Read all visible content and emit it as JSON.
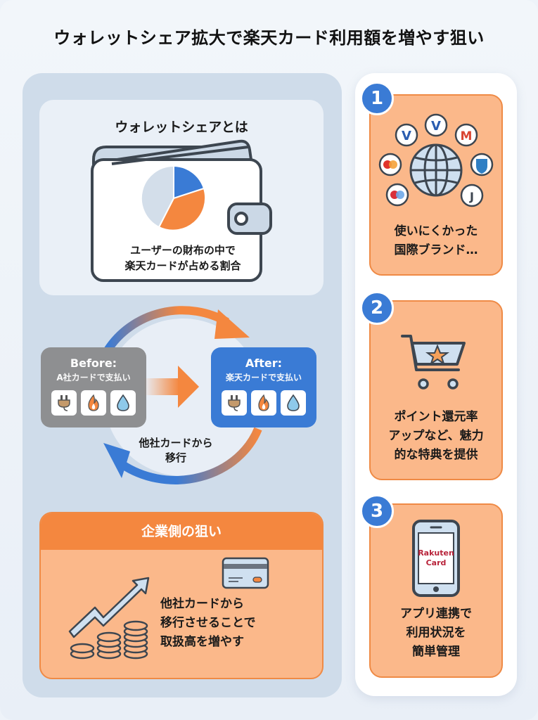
{
  "title": "ウォレットシェア拡大で楽天カード利用額を増やす狙い",
  "wallet_share": {
    "heading": "ウォレットシェアとは",
    "caption_line1": "ユーザーの財布の中で",
    "caption_line2": "楽天カードが占める割合",
    "pie": {
      "slices": [
        {
          "label": "other-share",
          "percent": 43,
          "color": "#d3deea"
        },
        {
          "label": "segment-blue",
          "percent": 19,
          "color": "#3a7bd5"
        },
        {
          "label": "segment-orange",
          "percent": 38,
          "color": "#f4873f"
        }
      ]
    }
  },
  "migration": {
    "before": {
      "label": "Before:",
      "sub": "A社カードで支払い",
      "color": "#8e8f91"
    },
    "after": {
      "label": "After:",
      "sub": "楽天カードで支払い",
      "color": "#3a7bd5"
    },
    "utilities": [
      "plug-icon",
      "flame-icon",
      "water-drop-icon"
    ],
    "cycle_text_line1": "他社カードから",
    "cycle_text_line2": "移行"
  },
  "corporate_goal": {
    "heading": "企業側の狙い",
    "text_line1": "他社カードから",
    "text_line2": "移行させることで",
    "text_line3": "取扱高を増やす"
  },
  "features": [
    {
      "number": "1",
      "line1": "使いにくかった",
      "line2": "国際ブランド…",
      "icon": "globe-brands-icon"
    },
    {
      "number": "2",
      "line1": "ポイント還元率",
      "line2": "アップなど、魅力",
      "line3": "的な特典を提供",
      "icon": "shopping-cart-star-icon"
    },
    {
      "number": "3",
      "line1": "アプリ連携で",
      "line2": "利用状況を",
      "line3": "簡単管理",
      "icon": "smartphone-icon",
      "phone_screen_line1": "Rakuten",
      "phone_screen_line2": "Card"
    }
  ],
  "colors": {
    "accent_blue": "#3a7bd5",
    "accent_orange": "#f4873f",
    "card_orange": "#fbb88a",
    "panel_blue": "#cfdcea",
    "gray": "#8e8f91"
  }
}
